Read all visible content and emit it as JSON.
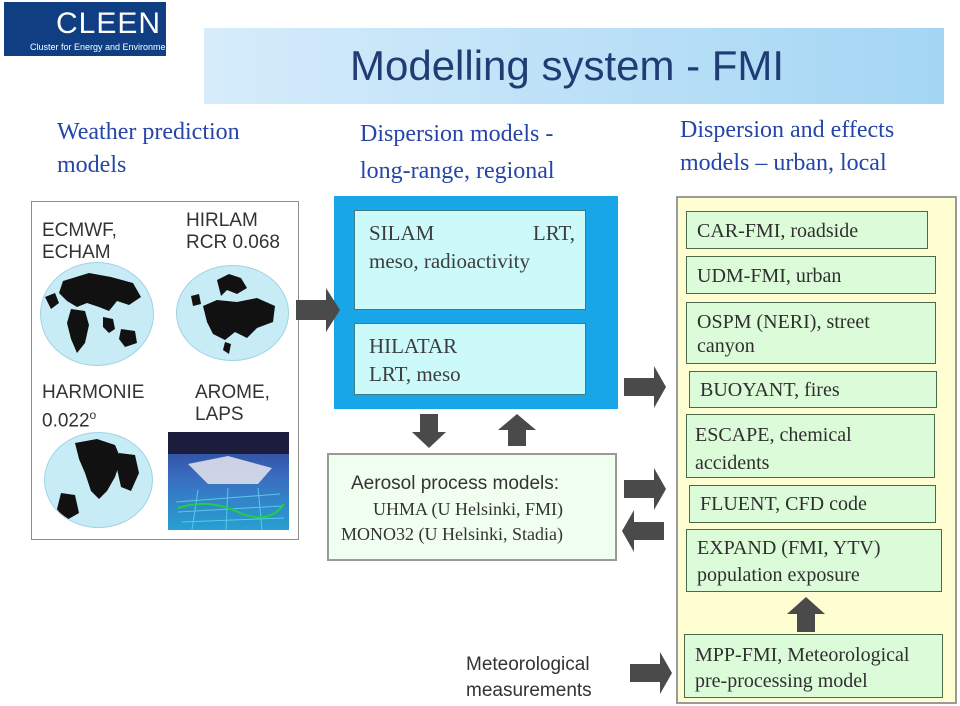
{
  "logo": {
    "name": "CLEEN",
    "tagline": "Cluster for Energy and Environment"
  },
  "title": "Modelling system - FMI",
  "columns": {
    "weather": {
      "line1": "Weather prediction",
      "line2": "models"
    },
    "dispersion_regional": {
      "line1": "Dispersion models -",
      "line2": "long-range, regional"
    },
    "dispersion_urban": {
      "line1": "Dispersion and effects",
      "line2": "models – urban, local"
    }
  },
  "weather_models": {
    "ecmwf": {
      "line1": "ECMWF,",
      "line2": "ECHAM"
    },
    "hirlam": {
      "line1": "HIRLAM",
      "line2": "RCR 0.068"
    },
    "harmonie": {
      "line1": "HARMONIE",
      "line2": "0.022",
      "sup": "o"
    },
    "arome": {
      "line1": "AROME,",
      "line2": "LAPS"
    }
  },
  "regional_models": {
    "silam": {
      "name": "SILAM",
      "tag": "LRT,",
      "line2": "meso, radioactivity"
    },
    "hilatar": {
      "line1": "HILATAR",
      "line2": "LRT, meso"
    },
    "aerosol": {
      "line1": "Aerosol process models:",
      "line2": "UHMA (U Helsinki, FMI)",
      "line3": "MONO32 (U Helsinki, Stadia)"
    }
  },
  "urban_models": [
    {
      "lines": [
        "CAR-FMI, roadside"
      ]
    },
    {
      "lines": [
        "UDM-FMI, urban"
      ]
    },
    {
      "lines": [
        "OSPM (NERI), street",
        "canyon"
      ]
    },
    {
      "lines": [
        "BUOYANT, fires"
      ]
    },
    {
      "lines": [
        "ESCAPE, chemical",
        "accidents"
      ]
    },
    {
      "lines": [
        "FLUENT, CFD code"
      ]
    },
    {
      "lines": [
        "EXPAND (FMI, YTV)",
        "population exposure"
      ]
    }
  ],
  "bottom": {
    "meteo": {
      "line1": "Meteorological",
      "line2": "measurements"
    },
    "mpp": {
      "line1": "MPP-FMI, Meteorological",
      "line2": "pre-processing model"
    }
  },
  "colors": {
    "title_bg": "#a4d6f4",
    "lrt_box": "#18a6e8",
    "mint": "#ccfafa",
    "yellow_panel": "#fffed2",
    "heading_blue": "#2545a8"
  }
}
